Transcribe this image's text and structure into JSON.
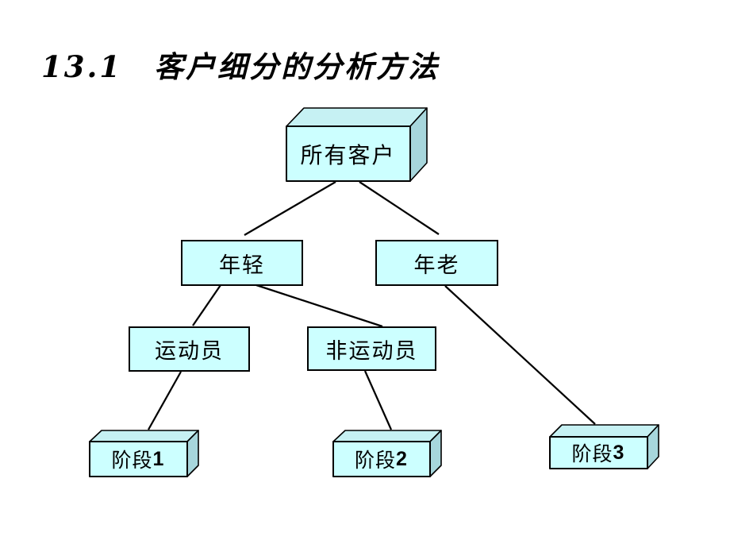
{
  "slide": {
    "title": "13.1　客户细分的分析方法"
  },
  "diagram": {
    "description": "customer-segmentation decision tree",
    "nodes": [
      {
        "id": "all-customers",
        "label": "所有客户",
        "shape": "cube",
        "level": 0
      },
      {
        "id": "young",
        "label": "年轻",
        "shape": "rect",
        "level": 1
      },
      {
        "id": "old",
        "label": "年老",
        "shape": "rect",
        "level": 1
      },
      {
        "id": "athletes",
        "label": "运动员",
        "shape": "rect",
        "level": 2
      },
      {
        "id": "non-athletes",
        "label": "非运动员",
        "shape": "rect",
        "level": 2
      },
      {
        "id": "stage-1",
        "label": "阶段",
        "num": "1",
        "shape": "cube",
        "level": 3
      },
      {
        "id": "stage-2",
        "label": "阶段",
        "num": "2",
        "shape": "cube",
        "level": 3
      },
      {
        "id": "stage-3",
        "label": "阶段",
        "num": "3",
        "shape": "cube",
        "level": 3
      }
    ],
    "edges": [
      {
        "from": "all-customers",
        "to": "young"
      },
      {
        "from": "all-customers",
        "to": "old"
      },
      {
        "from": "young",
        "to": "athletes"
      },
      {
        "from": "young",
        "to": "non-athletes"
      },
      {
        "from": "athletes",
        "to": "stage-1"
      },
      {
        "from": "non-athletes",
        "to": "stage-2"
      },
      {
        "from": "old",
        "to": "stage-3"
      }
    ],
    "colors": {
      "node_fill": "#ccffff",
      "cube_top_fill": "#c6f1f3",
      "cube_side_fill": "#a7d6dc",
      "border": "#000000",
      "connector": "#000000",
      "title_text": "#000000",
      "background": "#ffffff"
    }
  }
}
